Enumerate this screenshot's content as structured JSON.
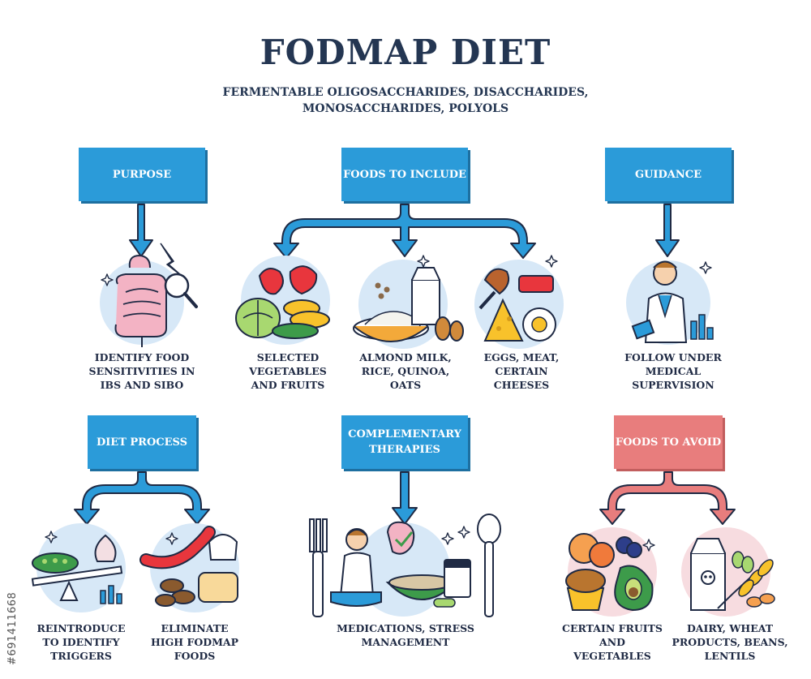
{
  "title": "FODMAP DIET",
  "subtitle": "FERMENTABLE OLIGOSACCHARIDES, DISACCHARIDES, MONOSACCHARIDES, POLYOLS",
  "stock_id": "#691411668",
  "boxes": {
    "purpose": "PURPOSE",
    "foods_include": "FOODS TO INCLUDE",
    "guidance": "GUIDANCE",
    "diet_process": "DIET PROCESS",
    "complementary": "COMPLEMENTARY THERAPIES",
    "foods_avoid": "FOODS TO AVOID"
  },
  "captions": {
    "identify": "IDENTIFY FOOD SENSITIVITIES IN IBS AND SIBO",
    "vegetables": "SELECTED VEGETABLES AND FRUITS",
    "almond": "ALMOND MILK, RICE, QUINOA, OATS",
    "eggs": "EGGS, MEAT, CERTAIN CHEESES",
    "follow": "FOLLOW UNDER MEDICAL SUPERVISION",
    "reintroduce": "REINTRODUCE TO IDENTIFY TRIGGERS",
    "eliminate": "ELIMINATE HIGH FODMAP FOODS",
    "medications": "MEDICATIONS, STRESS MANAGEMENT",
    "fruits": "CERTAIN FRUITS AND VEGETABLES",
    "dairy": "DAIRY, WHEAT PRODUCTS, BEANS, LENTILS"
  },
  "colors": {
    "blue_box": "#2b9bd9",
    "red_box": "#e87d7d",
    "circle": "#d7e8f7",
    "arrow_fill": "#2b9bd9",
    "arrow_red": "#e87d7d"
  }
}
